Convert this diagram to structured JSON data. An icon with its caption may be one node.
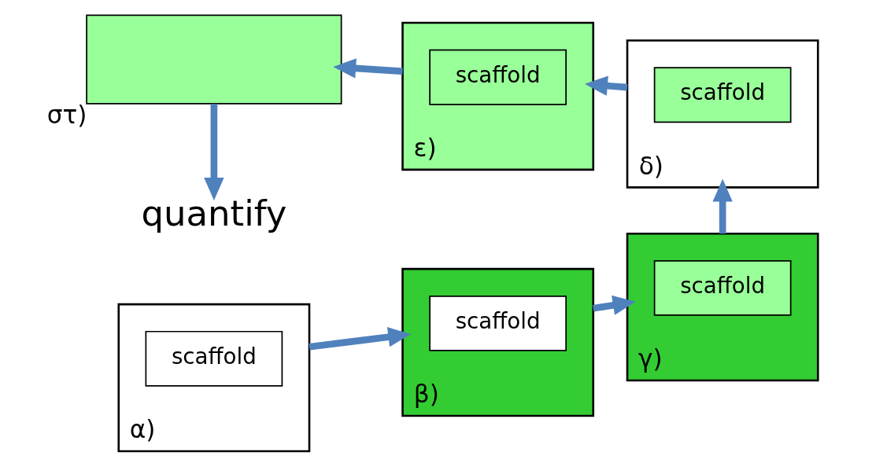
{
  "diagram": {
    "nodes": [
      {
        "text": [],
        "shape": "box",
        "beside": [
          "α)"
        ]
      },
      {
        "text": [
          "scaffold"
        ],
        "in": 0
      },
      {
        "text": [],
        "shape": "box",
        "beside": [
          "β)"
        ]
      },
      {
        "text": [
          "scaffold"
        ],
        "in": 2
      },
      {
        "text": [],
        "shape": "box",
        "beside": [
          "γ)"
        ]
      },
      {
        "text": [
          "scaffold"
        ],
        "in": 4
      },
      {
        "text": [],
        "shape": "box",
        "beside": [
          "στ)"
        ]
      },
      {
        "text": [],
        "shape": "box",
        "beside": [
          "δ)"
        ]
      },
      {
        "text": [
          "scaffold"
        ],
        "in": 7
      },
      {
        "text": [],
        "shape": "box",
        "beside": [
          "ε)"
        ]
      },
      {
        "text": [
          "scaffold"
        ],
        "in": 9
      },
      {
        "text": [
          "quantify"
        ]
      }
    ],
    "edges": [
      {
        "from": 0,
        "to": 2,
        "arrow": "to"
      },
      {
        "from": 2,
        "to": 4,
        "arrow": "to"
      },
      {
        "from": 4,
        "to": 7,
        "arrow": "to"
      },
      {
        "from": 7,
        "to": 9,
        "arrow": "to"
      },
      {
        "from": 9,
        "to": 6,
        "arrow": "to"
      },
      {
        "from": 6,
        "to": 11,
        "arrow": "to"
      }
    ]
  }
}
